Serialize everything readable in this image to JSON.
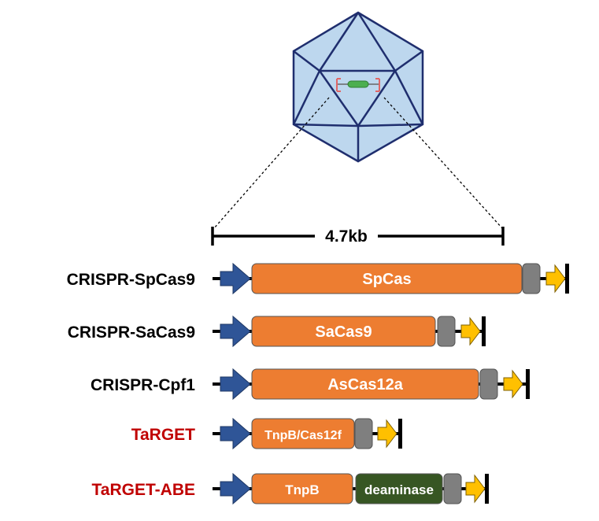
{
  "scale_label": "4.7kb",
  "constructs": [
    {
      "name": "CRISPR-SpCas9",
      "name_color": "#000000",
      "genes": [
        {
          "label": "SpCas",
          "color": "#ED7D31"
        }
      ]
    },
    {
      "name": "CRISPR-SaCas9",
      "name_color": "#000000",
      "genes": [
        {
          "label": "SaCas9",
          "color": "#ED7D31"
        }
      ]
    },
    {
      "name": "CRISPR-Cpf1",
      "name_color": "#000000",
      "genes": [
        {
          "label": "AsCas12a",
          "color": "#ED7D31"
        }
      ]
    },
    {
      "name": "TaRGET",
      "name_color": "#C00000",
      "genes": [
        {
          "label": "TnpB/Cas12f",
          "color": "#ED7D31"
        }
      ]
    },
    {
      "name": "TaRGET-ABE",
      "name_color": "#C00000",
      "genes": [
        {
          "label": "TnpB",
          "color": "#ED7D31"
        },
        {
          "label": "deaminase",
          "color": "#375623"
        }
      ]
    }
  ],
  "colors": {
    "promoter": "#2F5597",
    "spacer_box": "#7F7F7F",
    "terminator_arrow": "#FFC000",
    "capsid_fill": "#BDD7EE",
    "capsid_stroke": "#1F2E6E",
    "itr": "#E06666",
    "insert": "#4CAF50"
  }
}
